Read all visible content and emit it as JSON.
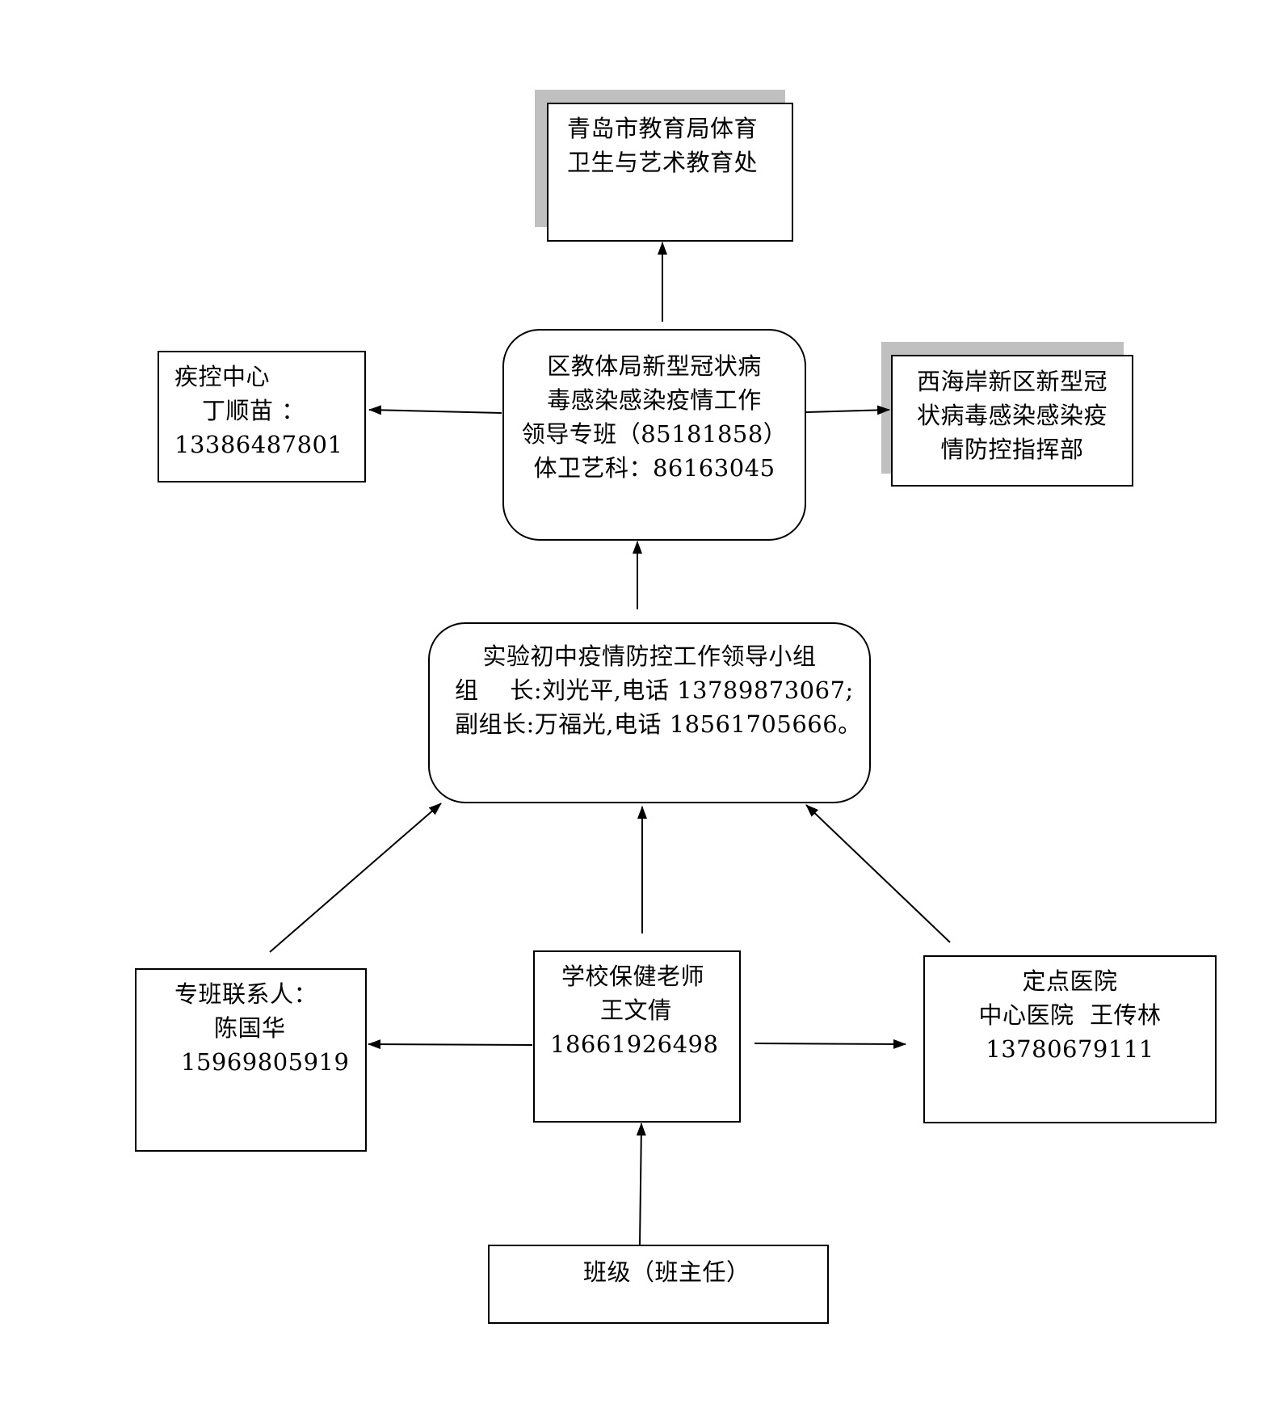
{
  "nodes": {
    "top": {
      "lines": [
        "青岛市教育局体育",
        "卫生与艺术教育处"
      ]
    },
    "district": {
      "lines": [
        "区教体局新型冠状病",
        "毒感染感染疫情工作",
        "领导专班（85181858）",
        "体卫艺科：86163045"
      ]
    },
    "cdc": {
      "lines": [
        "疾控中心",
        "丁顺苗 ：",
        "13386487801"
      ]
    },
    "hq": {
      "lines": [
        "西海岸新区新型冠",
        "状病毒感染感染疫",
        "情防控指挥部"
      ]
    },
    "leader": {
      "lines": [
        "实验初中疫情防控工作领导小组",
        "组    长:刘光平,电话 13789873067;",
        "副组长:万福光,电话 18561705666。"
      ]
    },
    "liaison": {
      "lines": [
        "专班联系人：",
        "陈国华",
        "15969805919"
      ]
    },
    "nurse": {
      "lines": [
        "学校保健老师",
        "王文倩",
        "18661926498"
      ]
    },
    "hospital": {
      "lines": [
        "定点医院",
        "中心医院  王传林",
        "13780679111"
      ]
    },
    "class": {
      "lines": [
        "班级（班主任）"
      ]
    }
  }
}
